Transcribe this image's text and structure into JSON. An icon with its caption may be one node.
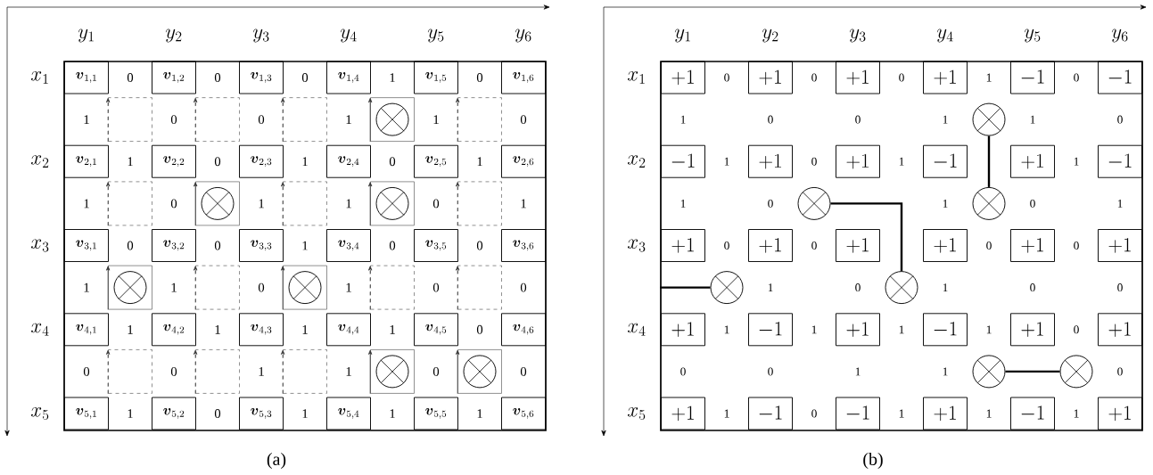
{
  "diagram": {
    "nodes": [
      {
        "text": [],
        "shape": "box"
      },
      {
        "text": [
          "\\boldsymbol{v}_{1,1}"
        ],
        "in": 0
      },
      {
        "text": [
          "\\boldsymbol{v}_{1,2}"
        ],
        "in": 0
      },
      {
        "text": [
          "\\boldsymbol{v}_{1,3}"
        ],
        "in": 0
      },
      {
        "text": [
          "\\boldsymbol{v}_{1,4}"
        ],
        "in": 0
      },
      {
        "text": [
          "\\boldsymbol{v}_{1,5}"
        ],
        "in": 0
      },
      {
        "text": [
          "\\boldsymbol{v}_{1,6}"
        ],
        "in": 0
      },
      {
        "text": [],
        "shape": "box",
        "in": 0
      },
      {
        "text": [],
        "shape": "box",
        "in": 0
      },
      {
        "text": [],
        "shape": "box",
        "in": 0
      },
      {
        "text": [],
        "shape": "box",
        "in": 0
      },
      {
        "text": [],
        "shape": "circle",
        "in": 10
      },
      {
        "text": [],
        "shape": "box",
        "in": 0
      },
      {
        "text": [
          "\\boldsymbol{v}_{2,1}"
        ],
        "in": 0
      },
      {
        "text": [
          "\\boldsymbol{v}_{2,2}"
        ],
        "in": 0
      },
      {
        "text": [
          "\\boldsymbol{v}_{2,3}"
        ],
        "in": 0
      },
      {
        "text": [
          "\\boldsymbol{v}_{2,4}"
        ],
        "in": 0
      },
      {
        "text": [
          "\\boldsymbol{v}_{2,5}"
        ],
        "in": 0
      },
      {
        "text": [
          "\\boldsymbol{v}_{2,6}"
        ],
        "in": 0
      },
      {
        "text": [],
        "shape": "box",
        "in": 0
      },
      {
        "text": [],
        "shape": "box",
        "in": 0
      },
      {
        "text": [],
        "shape": "circle",
        "in": 20
      },
      {
        "text": [],
        "shape": "box",
        "in": 0
      },
      {
        "text": [],
        "shape": "box",
        "in": 0
      },
      {
        "text": [],
        "shape": "circle",
        "in": 23
      },
      {
        "text": [],
        "shape": "box",
        "in": 0
      },
      {
        "text": [
          "\\boldsymbol{v}_{3,1}"
        ],
        "in": 0
      },
      {
        "text": [
          "\\boldsymbol{v}_{3,2}"
        ],
        "in": 0
      },
      {
        "text": [
          "\\boldsymbol{v}_{3,3}"
        ],
        "in": 0
      },
      {
        "text": [
          "\\boldsymbol{v}_{3,4}"
        ],
        "in": 0
      },
      {
        "text": [
          "\\boldsymbol{v}_{3,5}"
        ],
        "in": 0
      },
      {
        "text": [
          "\\boldsymbol{v}_{3,6}"
        ],
        "in": 0
      },
      {
        "text": [],
        "shape": "box",
        "in": 0
      },
      {
        "text": [],
        "shape": "circle",
        "in": 32
      },
      {
        "text": [],
        "shape": "box",
        "in": 0
      },
      {
        "text": [],
        "shape": "box",
        "in": 0
      },
      {
        "text": [],
        "shape": "circle",
        "in": 35
      },
      {
        "text": [],
        "shape": "box",
        "in": 0
      },
      {
        "text": [],
        "shape": "box",
        "in": 0
      },
      {
        "text": [
          "\\boldsymbol{v}_{4,1}"
        ],
        "in": 0
      },
      {
        "text": [
          "\\boldsymbol{v}_{4,2}"
        ],
        "in": 0
      },
      {
        "text": [
          "\\boldsymbol{v}_{4,3}"
        ],
        "in": 0
      },
      {
        "text": [
          "\\boldsymbol{v}_{4,4}"
        ],
        "in": 0
      },
      {
        "text": [
          "\\boldsymbol{v}_{4,5}"
        ],
        "in": 0
      },
      {
        "text": [
          "\\boldsymbol{v}_{4,6}"
        ],
        "in": 0
      },
      {
        "text": [],
        "shape": "box",
        "in": 0
      },
      {
        "text": [],
        "shape": "box",
        "in": 0
      },
      {
        "text": [],
        "shape": "box",
        "in": 0
      },
      {
        "text": [],
        "shape": "box",
        "in": 0
      },
      {
        "text": [],
        "shape": "circle",
        "in": 48
      },
      {
        "text": [],
        "shape": "box",
        "in": 0
      },
      {
        "text": [],
        "shape": "circle",
        "in": 50
      },
      {
        "text": [
          "\\boldsymbol{v}_{5,1}"
        ],
        "in": 0
      },
      {
        "text": [
          "\\boldsymbol{v}_{5,2}"
        ],
        "in": 0
      },
      {
        "text": [
          "\\boldsymbol{v}_{5,3}"
        ],
        "in": 0
      },
      {
        "text": [
          "\\boldsymbol{v}_{5,4}"
        ],
        "in": 0
      },
      {
        "text": [
          "\\boldsymbol{v}_{5,5}"
        ],
        "in": 0
      },
      {
        "text": [
          "\\boldsymbol{v}_{5,6}"
        ],
        "in": 0
      },
      {
        "text": [],
        "shape": "box"
      },
      {
        "text": [
          "+1"
        ],
        "in": 58
      },
      {
        "text": [
          "+1"
        ],
        "in": 58
      },
      {
        "text": [
          "+1"
        ],
        "in": 58
      },
      {
        "text": [
          "+1"
        ],
        "in": 58
      },
      {
        "text": [
          "-1"
        ],
        "in": 58
      },
      {
        "text": [
          "-1"
        ],
        "in": 58
      },
      {
        "text": [],
        "shape": "circle",
        "in": 58
      },
      {
        "text": [
          "-1"
        ],
        "in": 58
      },
      {
        "text": [
          "+1"
        ],
        "in": 58
      },
      {
        "text": [
          "+1"
        ],
        "in": 58
      },
      {
        "text": [
          "-1"
        ],
        "in": 58
      },
      {
        "text": [
          "+1"
        ],
        "in": 58
      },
      {
        "text": [
          "-1"
        ],
        "in": 58
      },
      {
        "text": [],
        "shape": "circle",
        "in": 58
      },
      {
        "text": [],
        "shape": "circle",
        "in": 58
      },
      {
        "text": [
          "+1"
        ],
        "in": 58
      },
      {
        "text": [
          "+1"
        ],
        "in": 58
      },
      {
        "text": [
          "+1"
        ],
        "in": 58
      },
      {
        "text": [
          "+1"
        ],
        "in": 58
      },
      {
        "text": [
          "+1"
        ],
        "in": 58
      },
      {
        "text": [
          "+1"
        ],
        "in": 58
      },
      {
        "text": [],
        "shape": "circle",
        "in": 58
      },
      {
        "text": [],
        "shape": "circle",
        "in": 58
      },
      {
        "text": [
          "+1"
        ],
        "in": 58
      },
      {
        "text": [
          "-1"
        ],
        "in": 58
      },
      {
        "text": [
          "+1"
        ],
        "in": 58
      },
      {
        "text": [
          "-1"
        ],
        "in": 58
      },
      {
        "text": [
          "+1"
        ],
        "in": 58
      },
      {
        "text": [
          "+1"
        ],
        "in": 58
      },
      {
        "text": [],
        "shape": "circle",
        "in": 58
      },
      {
        "text": [],
        "shape": "circle",
        "in": 58
      },
      {
        "text": [
          "+1"
        ],
        "in": 58
      },
      {
        "text": [
          "-1"
        ],
        "in": 58
      },
      {
        "text": [
          "-1"
        ],
        "in": 58
      },
      {
        "text": [
          "+1"
        ],
        "in": 58
      },
      {
        "text": [
          "-1"
        ],
        "in": 58
      },
      {
        "text": [
          "+1"
        ],
        "in": 58
      }
    ],
    "edges": [
      {
        "from": 65,
        "to": 73,
        "arrow": "none"
      },
      {
        "from": 72,
        "to": 81,
        "arrow": "none"
      },
      {
        "from": 58,
        "to": 80,
        "arrow": "none"
      },
      {
        "from": 88,
        "to": 89,
        "arrow": "none"
      }
    ],
    "labels": [
      "y_1",
      "y_2",
      "y_3",
      "y_4",
      "y_5",
      "y_6",
      "x_1",
      "0",
      "0",
      "0",
      "1",
      "0",
      "1",
      "0",
      "0",
      "1",
      "1",
      "0",
      "x_2",
      "1",
      "0",
      "1",
      "0",
      "1",
      "1",
      "0",
      "1",
      "1",
      "0",
      "1",
      "x_3",
      "0",
      "0",
      "1",
      "0",
      "0",
      "1",
      "1",
      "0",
      "1",
      "0",
      "0",
      "x_4",
      "1",
      "1",
      "1",
      "1",
      "0",
      "0",
      "0",
      "1",
      "1",
      "0",
      "0",
      "x_5",
      "1",
      "0",
      "1",
      "1",
      "1",
      "(a)",
      "y_1",
      "y_2",
      "y_3",
      "y_4",
      "y_5",
      "y_6",
      "x_1",
      "0",
      "0",
      "0",
      "1",
      "0",
      "1",
      "0",
      "0",
      "1",
      "1",
      "0",
      "x_2",
      "1",
      "0",
      "1",
      "1",
      "1",
      "0",
      "1",
      "0",
      "1",
      "x_3",
      "0",
      "0",
      "0",
      "0",
      "1",
      "0",
      "1",
      "0",
      "0",
      "x_4",
      "1",
      "1",
      "1",
      "1",
      "0",
      "0",
      "0",
      "1",
      "1",
      "0",
      "x_5",
      "1",
      "0",
      "1",
      "1",
      "1",
      "(b)"
    ]
  }
}
